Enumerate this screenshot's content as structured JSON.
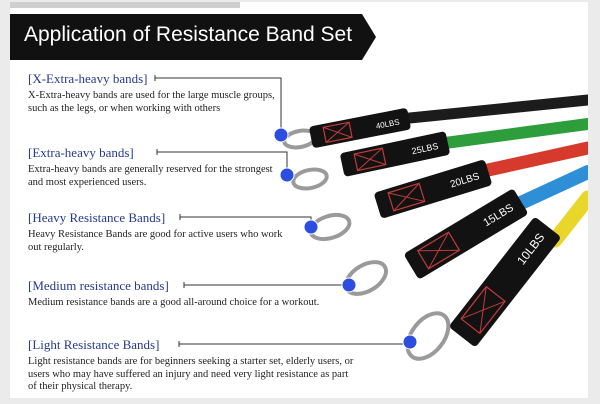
{
  "banner": {
    "title": "Application of Resistance Band Set"
  },
  "bands": [
    {
      "title": "[X-Extra-heavy bands]",
      "description": "X-Extra-heavy bands are used for the large muscle groups, such as the legs, or when working with others",
      "lbs_label": "40LBS",
      "tube_color": "#1c1c1c"
    },
    {
      "title": "[Extra-heavy bands]",
      "description": "Extra-heavy bands are generally reserved for the strongest and most experienced users.",
      "lbs_label": "25LBS",
      "tube_color": "#2e9e3c"
    },
    {
      "title": "[Heavy Resistance Bands]",
      "description": "Heavy Resistance Bands are good for active users who work out regularly.",
      "lbs_label": "20LBS",
      "tube_color": "#d53a2c"
    },
    {
      "title": "[Medium resistance bands]",
      "description": "Medium resistance bands are a good all-around choice for a workout.",
      "lbs_label": "15LBS",
      "tube_color": "#2f8fd6"
    },
    {
      "title": "[Light Resistance Bands]",
      "description": "Light resistance bands are for beginners seeking a starter set, elderly users, or users who may have suffered an injury and need very light resistance as part of their physical therapy.",
      "lbs_label": "10LBS",
      "tube_color": "#e8d72a"
    }
  ],
  "colors": {
    "marker": "#2b4de0",
    "title": "#253a8e",
    "strap": "#121212",
    "stitch": "#c33a3a"
  }
}
